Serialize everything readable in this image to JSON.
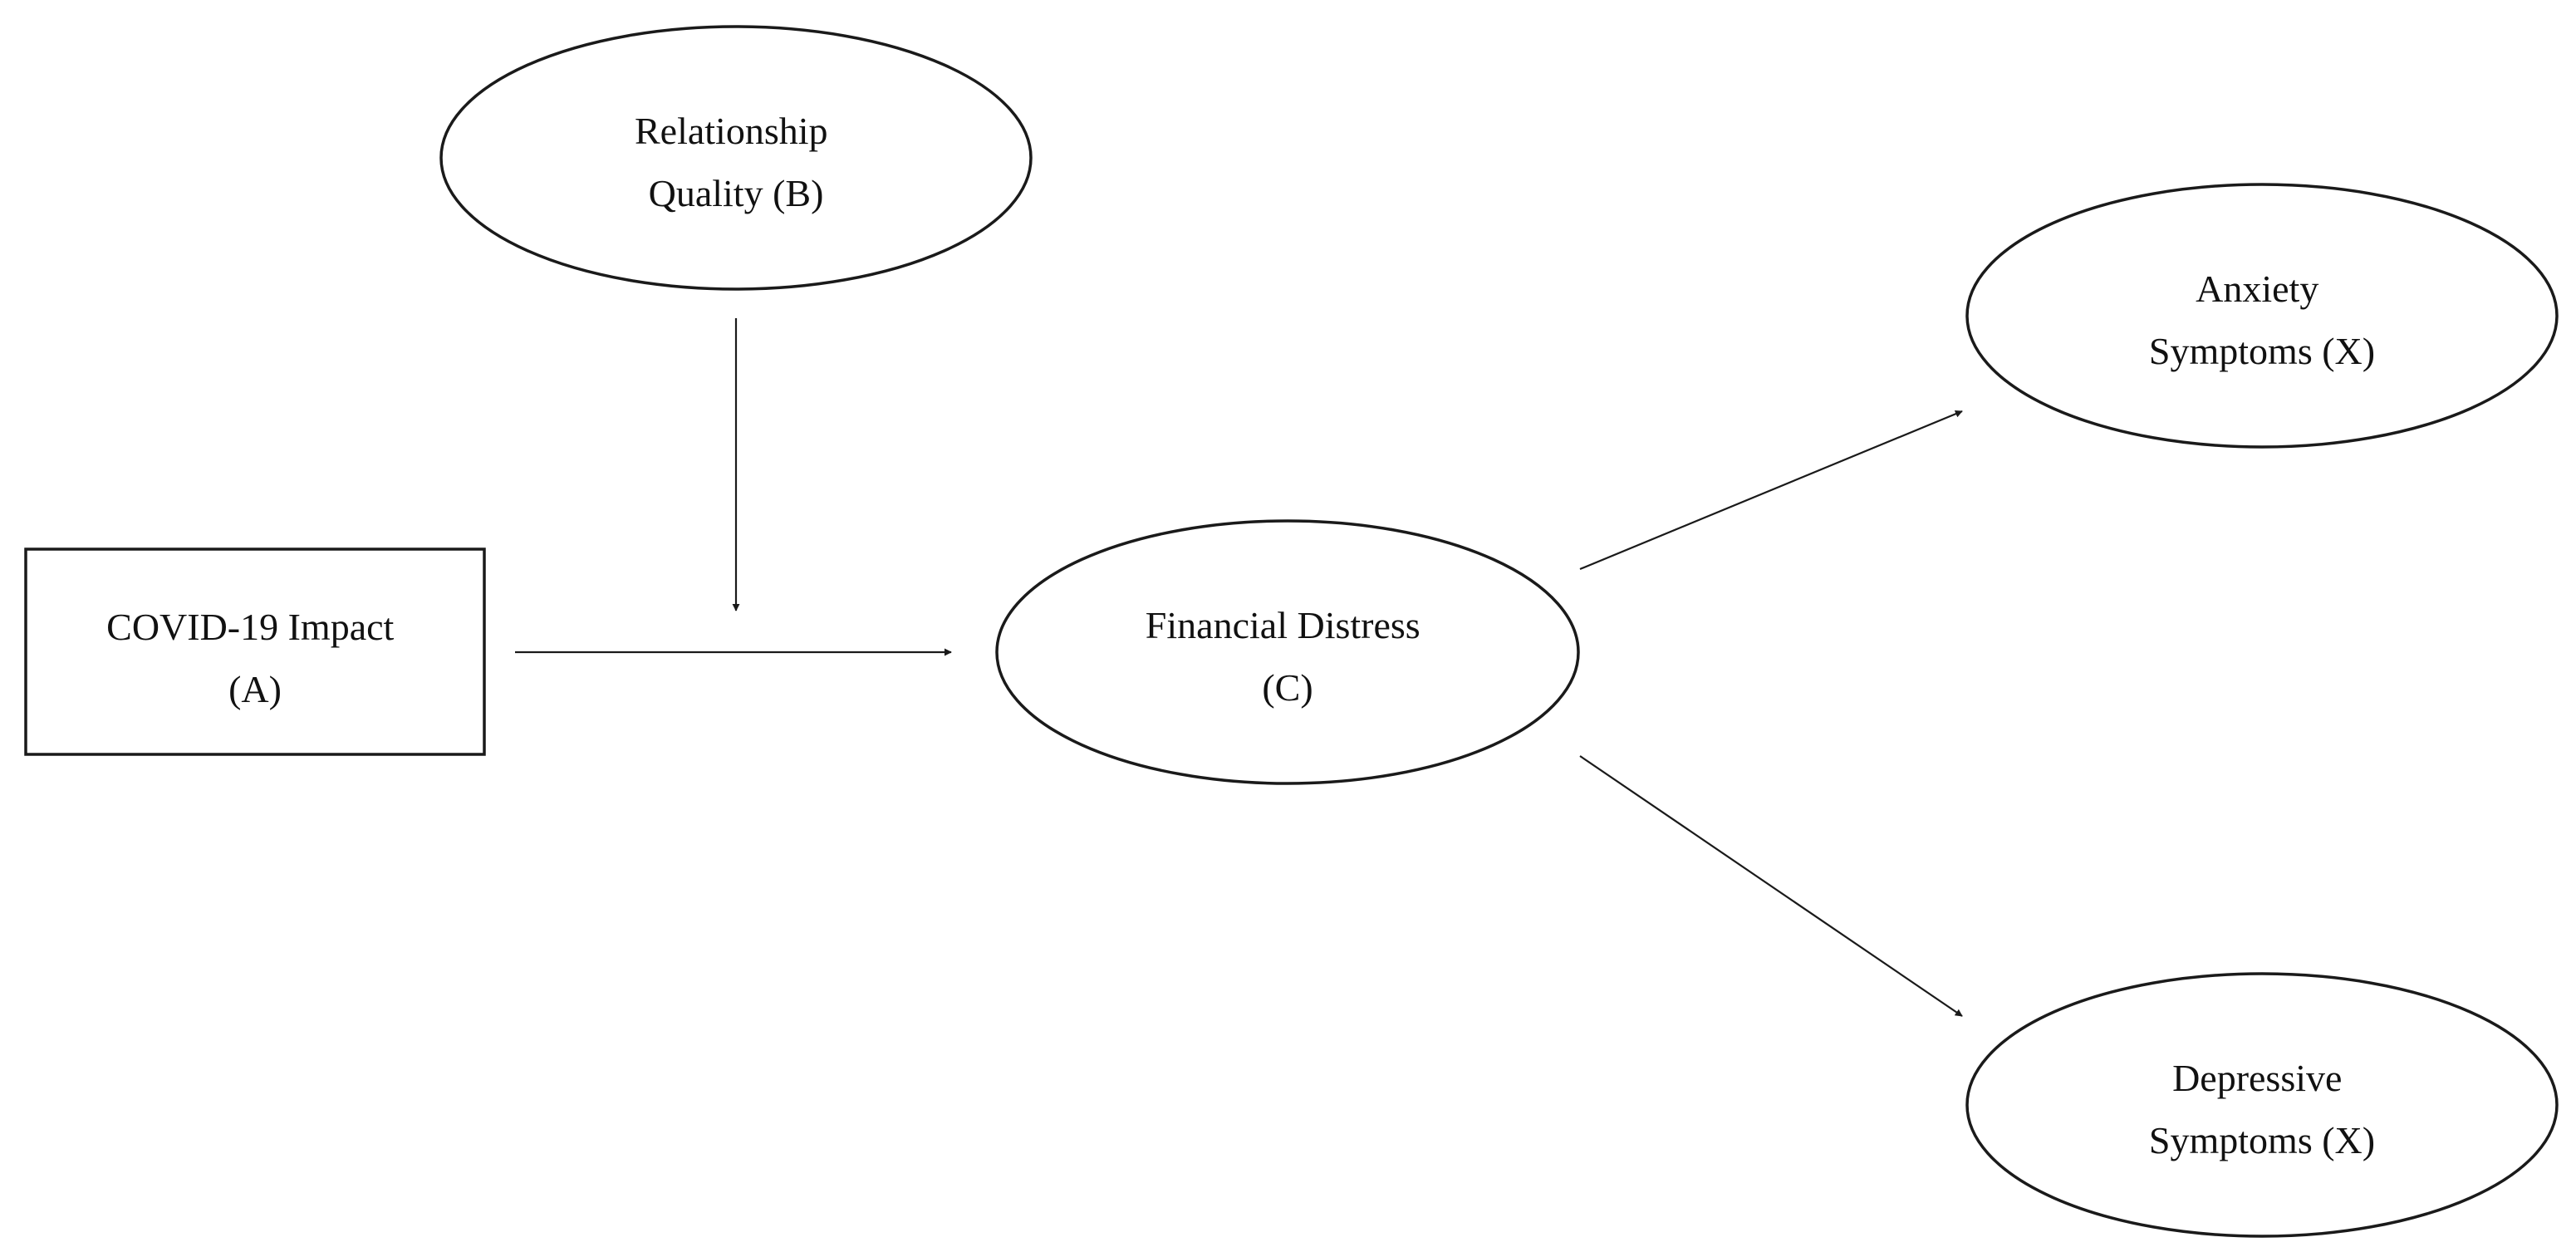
{
  "nodes": {
    "covid_impact": {
      "line1": "COVID-19 Impact",
      "line2": "(A)"
    },
    "relationship": {
      "line1": "Relationship",
      "line2": "Quality (B)"
    },
    "financial_distress": {
      "line1": "Financial Distress",
      "line2": "(C)"
    },
    "anxiety": {
      "line1": "Anxiety",
      "line2": "Symptoms (X)"
    },
    "depressive": {
      "line1": "Depressive",
      "line2": "Symptoms (X)"
    }
  },
  "edges": [
    {
      "from": "covid_impact",
      "to": "financial_distress"
    },
    {
      "from": "relationship",
      "to": "covid_impact->financial_distress"
    },
    {
      "from": "financial_distress",
      "to": "anxiety"
    },
    {
      "from": "financial_distress",
      "to": "depressive"
    }
  ]
}
